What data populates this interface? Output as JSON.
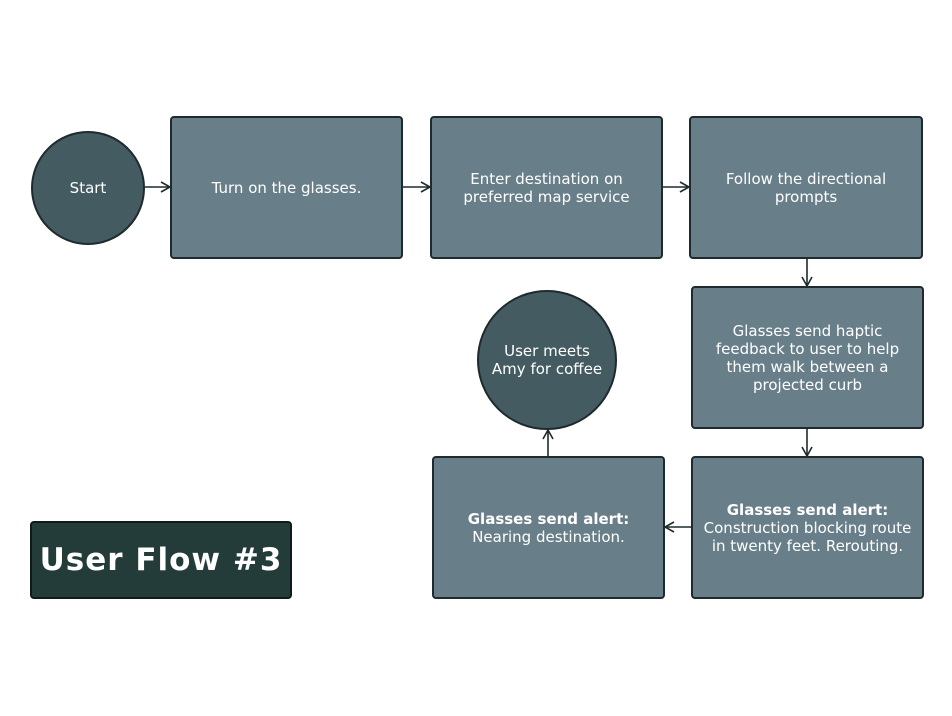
{
  "diagram": {
    "title": "User Flow #3",
    "nodes": {
      "start": {
        "label": "Start",
        "shape": "circle"
      },
      "turn_on": {
        "label": "Turn on the glasses.",
        "shape": "box"
      },
      "enter_dest": {
        "label": "Enter destination on preferred map service",
        "shape": "box"
      },
      "follow": {
        "label": "Follow the directional prompts",
        "shape": "box"
      },
      "haptic": {
        "label": "Glasses send haptic feedback to user to help them walk between a projected curb",
        "shape": "box"
      },
      "alert_construction": {
        "label_bold": "Glasses send alert:",
        "label_rest": "Construction blocking route in twenty feet. Rerouting.",
        "shape": "box"
      },
      "alert_nearing": {
        "label_bold": "Glasses send alert:",
        "label_rest": "Nearing destination.",
        "shape": "box"
      },
      "end": {
        "label": "User meets Amy for coffee",
        "shape": "circle"
      }
    },
    "edges": [
      [
        "start",
        "turn_on"
      ],
      [
        "turn_on",
        "enter_dest"
      ],
      [
        "enter_dest",
        "follow"
      ],
      [
        "follow",
        "haptic"
      ],
      [
        "haptic",
        "alert_construction"
      ],
      [
        "alert_construction",
        "alert_nearing"
      ],
      [
        "alert_nearing",
        "end"
      ]
    ],
    "colors": {
      "box_fill": "#687f8a",
      "circle_fill": "#445c61",
      "title_fill": "#233b39",
      "stroke": "#1e2a2d",
      "text": "#ffffff"
    }
  }
}
